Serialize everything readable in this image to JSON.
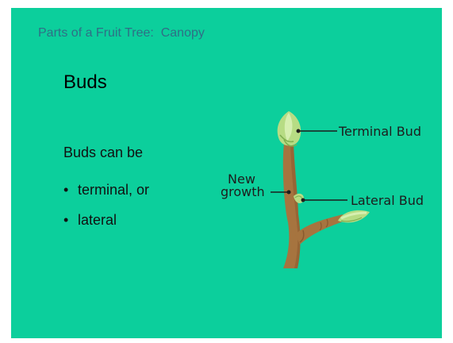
{
  "slide": {
    "header": "Parts of a Fruit Tree:  Canopy",
    "title": "Buds",
    "intro": "Buds can be",
    "bullets": [
      "terminal, or",
      "lateral"
    ],
    "bullet_symbol": "•",
    "background_color": "#0ccf9c"
  },
  "diagram": {
    "labels": {
      "terminal_bud": "Terminal Bud",
      "lateral_bud": "Lateral Bud",
      "new_growth_line1": "New",
      "new_growth_line2": "growth"
    },
    "colors": {
      "stem": "#a6743f",
      "stem_shade": "#8a5a2e",
      "bud_light": "#d6efb0",
      "bud_mid": "#b7dc84",
      "bud_dark": "#7fae4f"
    }
  }
}
